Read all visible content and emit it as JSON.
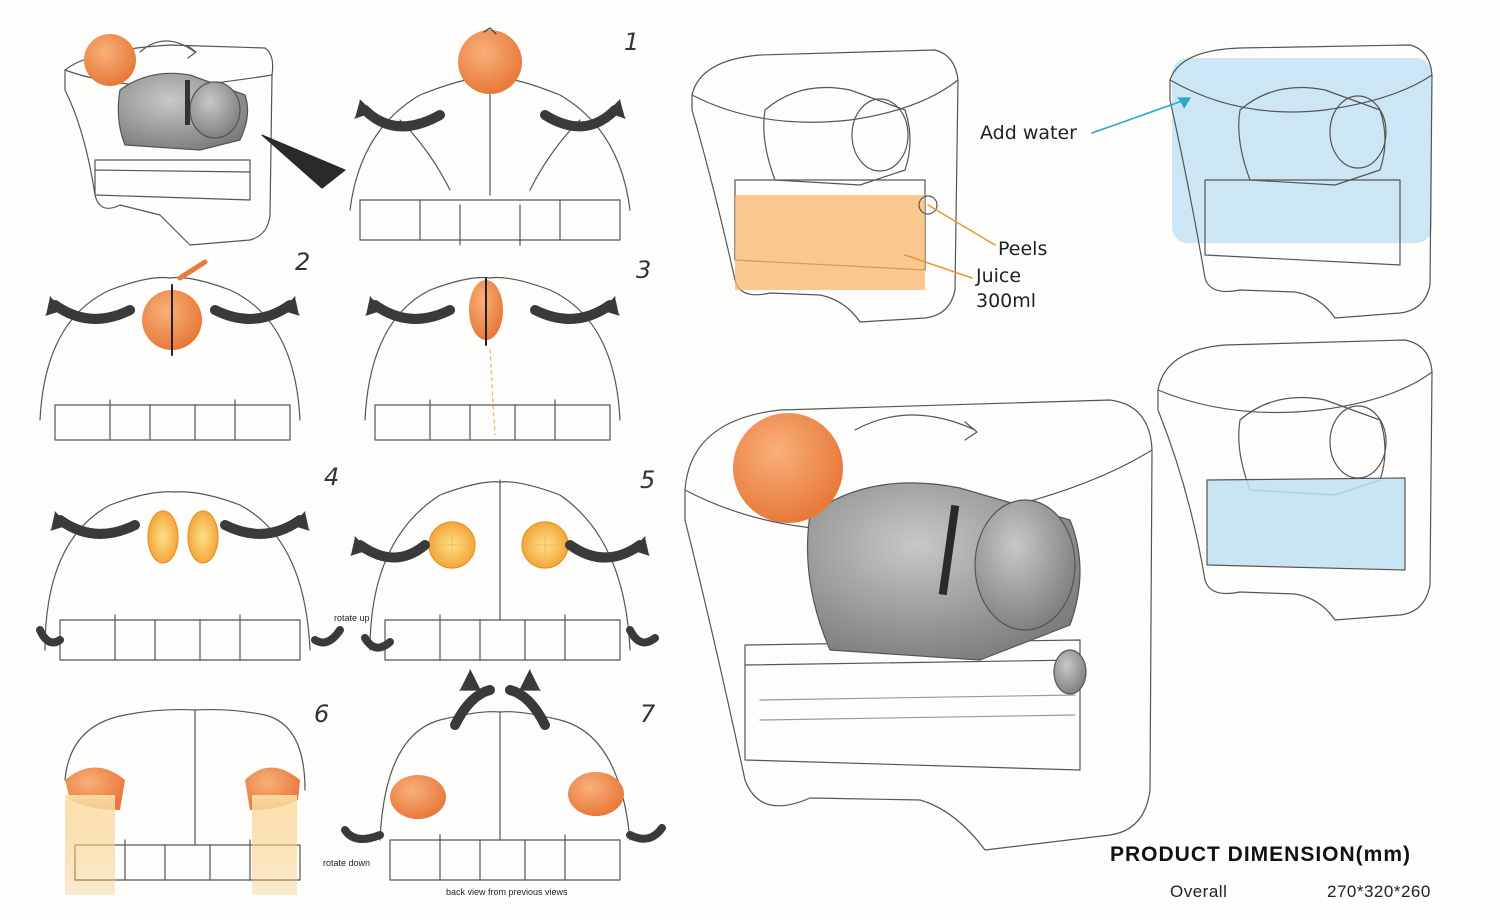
{
  "steps": [
    "1",
    "2",
    "3",
    "4",
    "5",
    "6",
    "7"
  ],
  "annotations": {
    "rotate_up": "rotate up",
    "rotate_down": "rotate down",
    "back_view": "back view from previous views"
  },
  "callouts": {
    "add_water": "Add water",
    "peels": "Peels",
    "juice": "Juice",
    "juice_volume": "300ml"
  },
  "dimension": {
    "title": "PRODUCT DIMENSION(mm)",
    "overall_label": "Overall",
    "overall_value": "270*320*260"
  },
  "colors": {
    "orange": "#f39a5a",
    "orange_dark": "#e57a3a",
    "juice": "#f7b865",
    "water": "#bfe0f2",
    "arrow_dark": "#3a3a3a",
    "callout_orange": "#e89a2a",
    "callout_blue": "#2aa7c9",
    "gray_body": "#9a9a9a"
  },
  "icons": [
    "curved-arrow-icon",
    "orange-fruit-icon",
    "orange-slice-icon"
  ]
}
